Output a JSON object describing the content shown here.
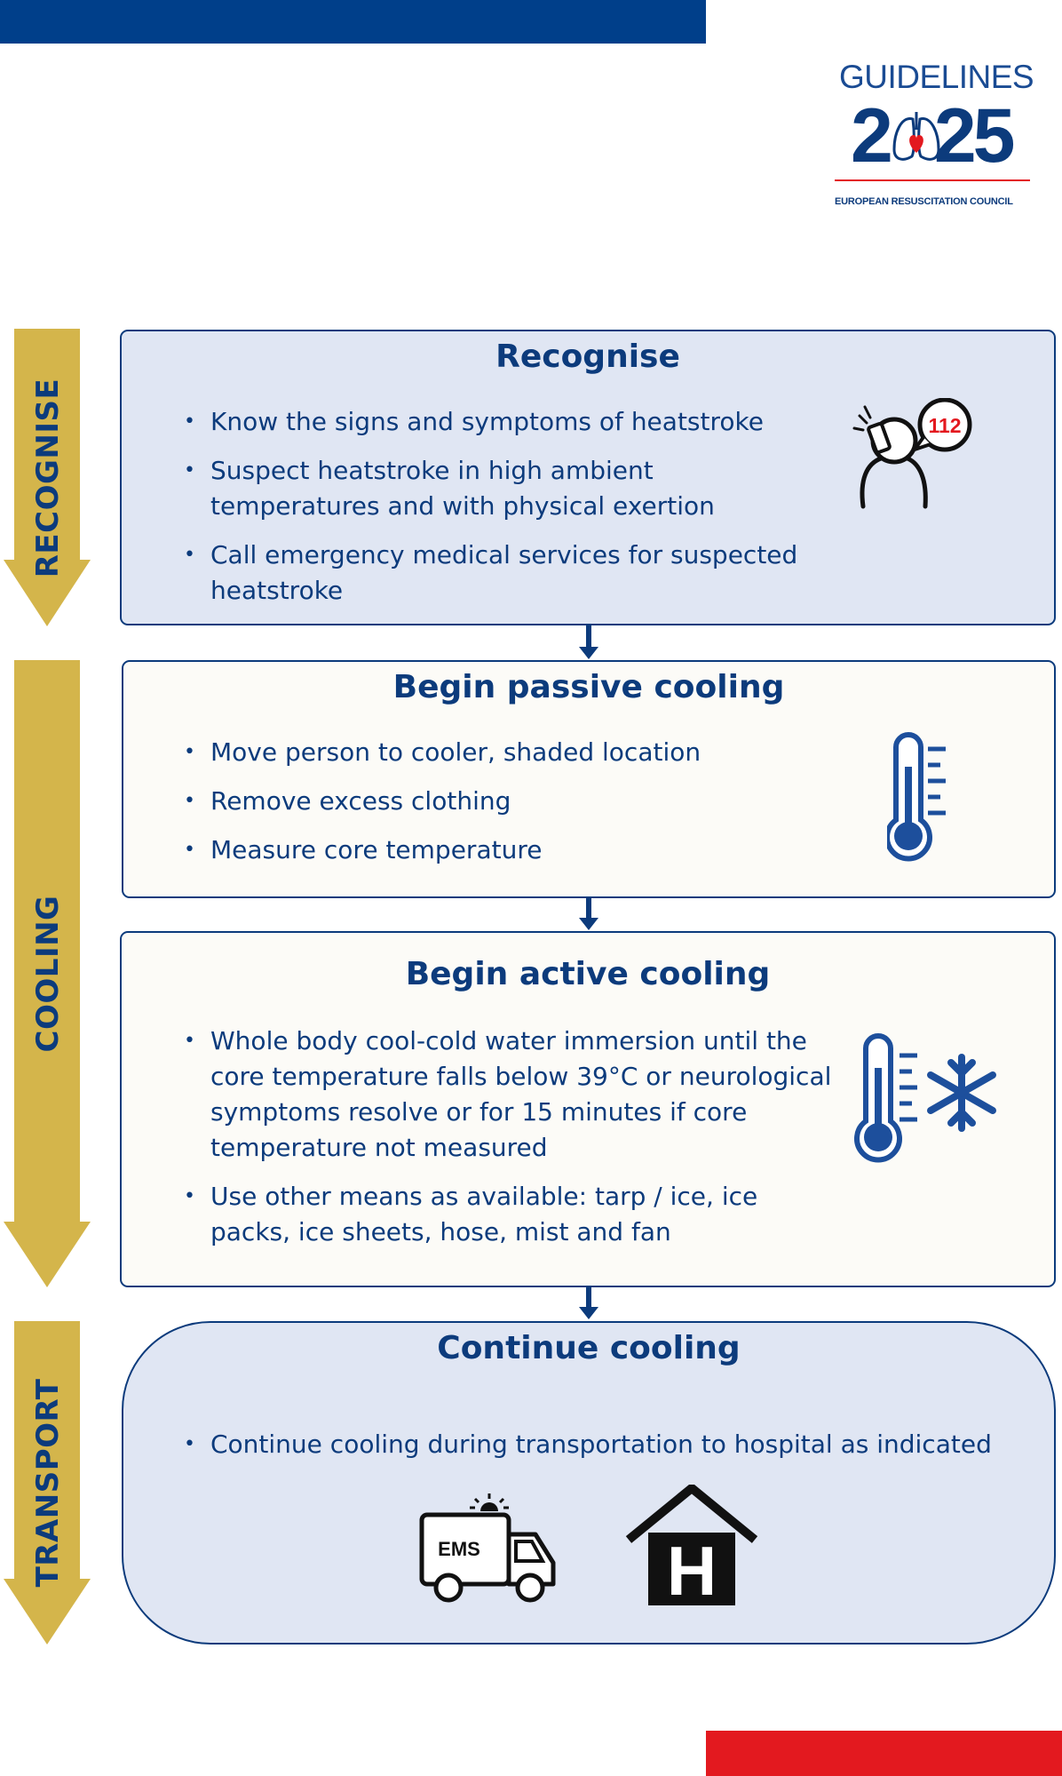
{
  "logo": {
    "line1": "GUIDELINES",
    "line2a": "2",
    "line2b": "25",
    "org": "EUROPEAN RESUSCITATION COUNCIL"
  },
  "phases": {
    "recognise": "RECOGNISE",
    "cooling": "COOLING",
    "transport": "TRANSPORT"
  },
  "recognise": {
    "title": "Recognise",
    "bullets": [
      "Know the signs and symptoms of heatstroke",
      "Suspect heatstroke in high ambient temperatures and with physical exertion",
      "Call emergency medical services for suspected heatstroke"
    ],
    "phone_number": "112"
  },
  "passive": {
    "title": "Begin passive cooling",
    "bullets": [
      "Move person to cooler, shaded location",
      "Remove excess clothing",
      "Measure core temperature"
    ]
  },
  "active": {
    "title": "Begin active cooling",
    "bullets": [
      "Whole body cool-cold water immersion until the core temperature falls below 39°C or neurological symptoms resolve or for 15 minutes if core temperature not measured",
      "Use other means as available: tarp / ice, ice packs, ice sheets, hose, mist and fan"
    ]
  },
  "continue": {
    "title": "Continue cooling",
    "bullets": [
      "Continue cooling during transportation to hospital as indicated"
    ],
    "ambulance_label": "EMS",
    "hospital_label": "H"
  },
  "colors": {
    "navy": "#0c3b7c",
    "gold": "#d4b54b",
    "light_blue": "#e0e6f3",
    "cream": "#fcfbf7",
    "red": "#e3191f",
    "top_bar": "#003f8a"
  }
}
